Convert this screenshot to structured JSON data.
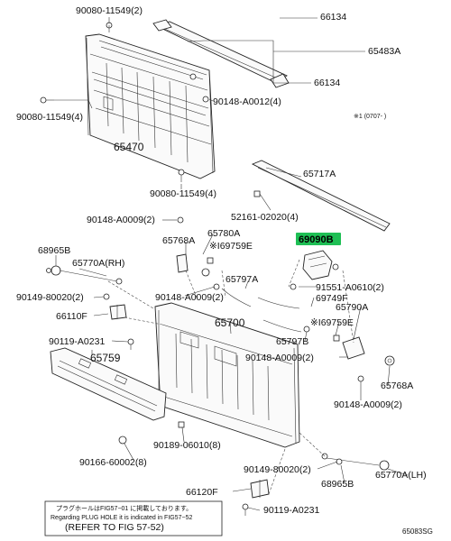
{
  "diagram_id": "65083SG",
  "note_top_right": "※1 (0707-      )",
  "highlighted_part": "69090B",
  "footer": {
    "jp_note": "プラグホールはFIG57−01 に掲載しております。",
    "en_note": "Regarding PLUG HOLE  it is indicated in FIG57−52",
    "refer": "(REFER TO FIG 57-52)"
  },
  "labels": [
    {
      "id": "l-90080-2",
      "text": "90080-11549(2)"
    },
    {
      "id": "l-66134-a",
      "text": "66134"
    },
    {
      "id": "l-65483a",
      "text": "65483A"
    },
    {
      "id": "l-66134-b",
      "text": "66134"
    },
    {
      "id": "l-90148-0012",
      "text": "90148-A0012(4)"
    },
    {
      "id": "l-90080-4a",
      "text": "90080-11549(4)"
    },
    {
      "id": "l-65470",
      "text": "65470"
    },
    {
      "id": "l-90080-4b",
      "text": "90080-11549(4)"
    },
    {
      "id": "l-65717a",
      "text": "65717A"
    },
    {
      "id": "l-52161",
      "text": "52161-02020(4)"
    },
    {
      "id": "l-90148-0009-a",
      "text": "90148-A0009(2)"
    },
    {
      "id": "l-65780a",
      "text": "65780A"
    },
    {
      "id": "l-65768a-a",
      "text": "65768A"
    },
    {
      "id": "l-16759e-a",
      "text": "※I69759E"
    },
    {
      "id": "l-68965b-a",
      "text": "68965B"
    },
    {
      "id": "l-65770a-rh",
      "text": "65770A(RH)"
    },
    {
      "id": "l-65797a",
      "text": "65797A"
    },
    {
      "id": "l-91551",
      "text": "91551-A0610(2)"
    },
    {
      "id": "l-90149-a",
      "text": "90149-80020(2)"
    },
    {
      "id": "l-90148-0009-b",
      "text": "90148-A0009(2)"
    },
    {
      "id": "l-69749f",
      "text": "69749F"
    },
    {
      "id": "l-66110f",
      "text": "66110F"
    },
    {
      "id": "l-65700",
      "text": "65700"
    },
    {
      "id": "l-65790a",
      "text": "65790A"
    },
    {
      "id": "l-16759e-b",
      "text": "※I69759E"
    },
    {
      "id": "l-90119-a",
      "text": "90119-A0231"
    },
    {
      "id": "l-65797b",
      "text": "65797B"
    },
    {
      "id": "l-65759",
      "text": "65759"
    },
    {
      "id": "l-90148-0009-c",
      "text": "90148-A0009(2)"
    },
    {
      "id": "l-65768a-b",
      "text": "65768A"
    },
    {
      "id": "l-90148-0009-d",
      "text": "90148-A0009(2)"
    },
    {
      "id": "l-90189",
      "text": "90189-06010(8)"
    },
    {
      "id": "l-90166",
      "text": "90166-60002(8)"
    },
    {
      "id": "l-90149-b",
      "text": "90149-80020(2)"
    },
    {
      "id": "l-65770a-lh",
      "text": "65770A(LH)"
    },
    {
      "id": "l-66120f",
      "text": "66120F"
    },
    {
      "id": "l-68965b-b",
      "text": "68965B"
    },
    {
      "id": "l-90119-b",
      "text": "90119-A0231"
    }
  ]
}
